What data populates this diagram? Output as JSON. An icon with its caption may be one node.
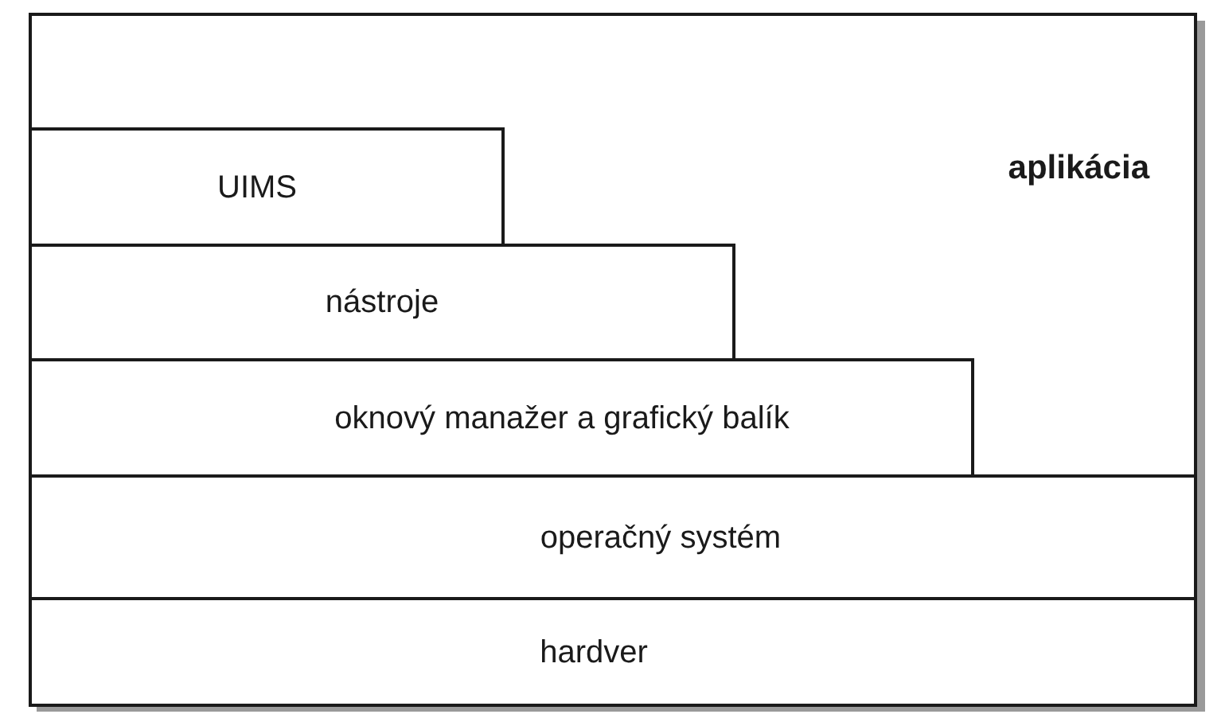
{
  "diagram": {
    "nodes": [
      {
        "text": [
          "aplikácia"
        ]
      },
      {
        "text": [
          "UIMS"
        ],
        "in": 0
      },
      {
        "text": [
          "nástroje"
        ],
        "in": 0
      },
      {
        "text": [
          "oknový manažer a grafický balík"
        ],
        "in": 0
      },
      {
        "text": [
          "operačný systém"
        ],
        "in": 0
      },
      {
        "text": [
          "hardver"
        ],
        "in": 0
      }
    ]
  }
}
